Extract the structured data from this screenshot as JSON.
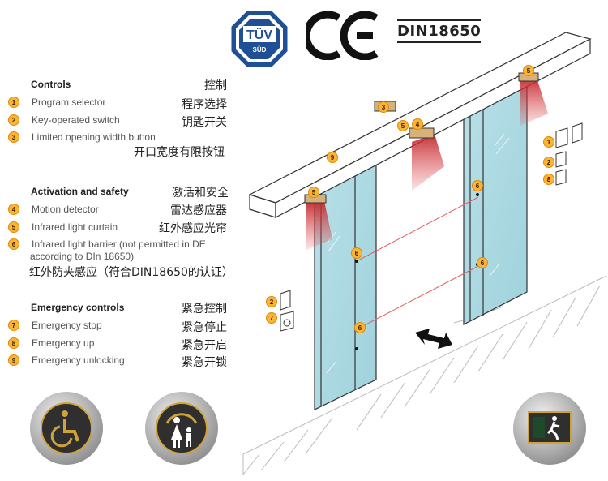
{
  "certifications": {
    "tuv_top": "TÜV",
    "tuv_bottom": "SÜD",
    "ce": "CE",
    "din": "DIN18650"
  },
  "legend": {
    "controls": {
      "title_en": "Controls",
      "title_cn": "控制",
      "items": [
        {
          "num": "1",
          "en": "Program selector",
          "cn": "程序选择"
        },
        {
          "num": "2",
          "en": "Key-operated switch",
          "cn": "钥匙开关"
        },
        {
          "num": "3",
          "en": "Limited opening width button",
          "cn": "开口宽度有限按钮"
        }
      ]
    },
    "activation": {
      "title_en": "Activation and safety",
      "title_cn": "激活和安全",
      "items": [
        {
          "num": "4",
          "en": "Motion detector",
          "cn": "雷达感应器"
        },
        {
          "num": "5",
          "en": "Infrared light curtain",
          "cn": "红外感应光帘"
        },
        {
          "num": "6",
          "en_line1": "Infrared light barrier (not permitted in DE",
          "en_line2": "according to DIn 18650)",
          "cn": "红外防夹感应（符合DIN18650的认证）"
        }
      ]
    },
    "emergency": {
      "title_en": "Emergency controls",
      "title_cn": "紧急控制",
      "items": [
        {
          "num": "7",
          "en": "Emergency stop",
          "cn": "紧急停止"
        },
        {
          "num": "8",
          "en": "Emergency up",
          "cn": "紧急开启"
        },
        {
          "num": "9",
          "en": "Emergency unlocking",
          "cn": "紧急开锁"
        }
      ]
    }
  },
  "diagram": {
    "markers": [
      "1",
      "2",
      "3",
      "4",
      "5",
      "6",
      "7",
      "8",
      "9"
    ]
  },
  "icons": [
    "wheelchair-icon",
    "mother-child-icon",
    "emergency-exit-icon"
  ],
  "colors": {
    "marker_fill": "#fbb437",
    "glass": "#a9d8e0",
    "sensor_beam": "#c0282d",
    "tuv_blue": "#1f4f95",
    "barrier_line": "#e06060"
  }
}
